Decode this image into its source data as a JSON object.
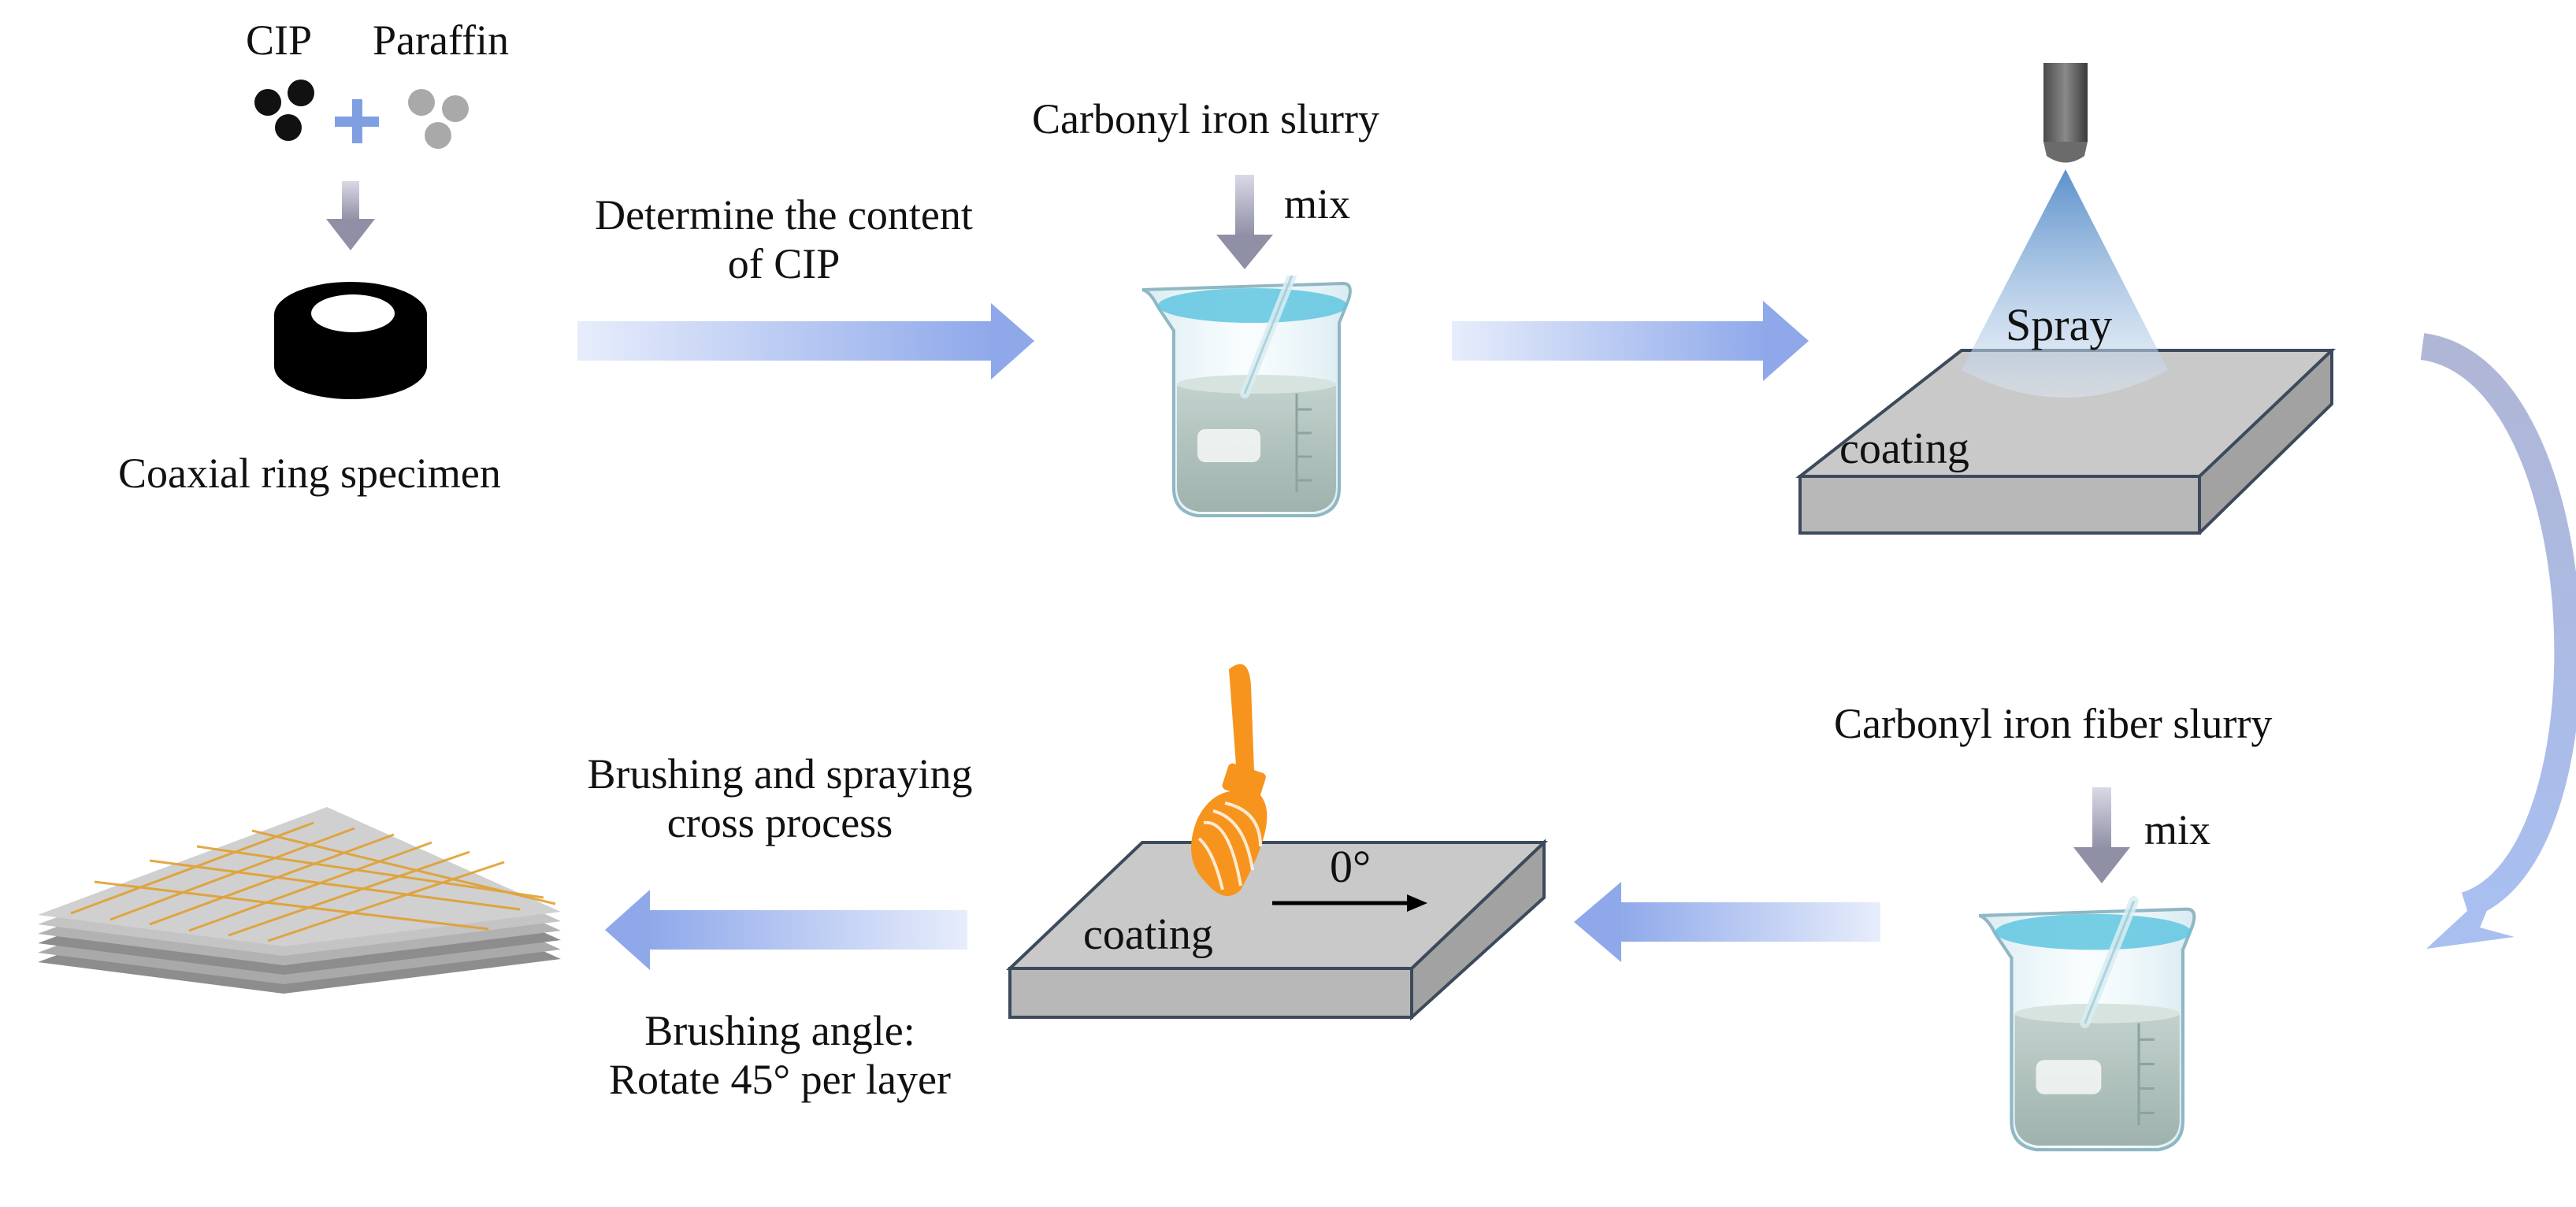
{
  "labels": {
    "cip": "CIP",
    "paraffin": "Paraffin",
    "coaxial_ring": "Coaxial ring specimen",
    "determine_line1": "Determine the content",
    "determine_line2": "of CIP",
    "carbonyl_iron_slurry": "Carbonyl iron slurry",
    "mix_top": "mix",
    "spray": "Spray",
    "coating_top": "coating",
    "carbonyl_iron_fiber_slurry": "Carbonyl iron fiber slurry",
    "mix_bottom": "mix",
    "angle": "0°",
    "coating_bottom": "coating",
    "brushing_line1": "Brushing and spraying",
    "brushing_line2": "cross process",
    "angle_line1": "Brushing angle:",
    "angle_line2": "Rotate 45° per layer"
  },
  "colors": {
    "arrow": "#8ea8ea",
    "arrow_light": "#e7edfb",
    "plate_top": "#c9c9c9",
    "plate_side": "#a2a2a2",
    "brush_orange": "#f7941d",
    "liquid": "#b8c9c4",
    "liquid_top": "#5fc6e0",
    "spray_blue": "#5d8fc9"
  },
  "icons": [
    "cip-particles-icon",
    "plus-icon",
    "paraffin-particles-icon",
    "coaxial-ring-icon",
    "beaker-icon",
    "spray-nozzle-icon",
    "paint-brush-icon",
    "layered-composite-icon"
  ]
}
